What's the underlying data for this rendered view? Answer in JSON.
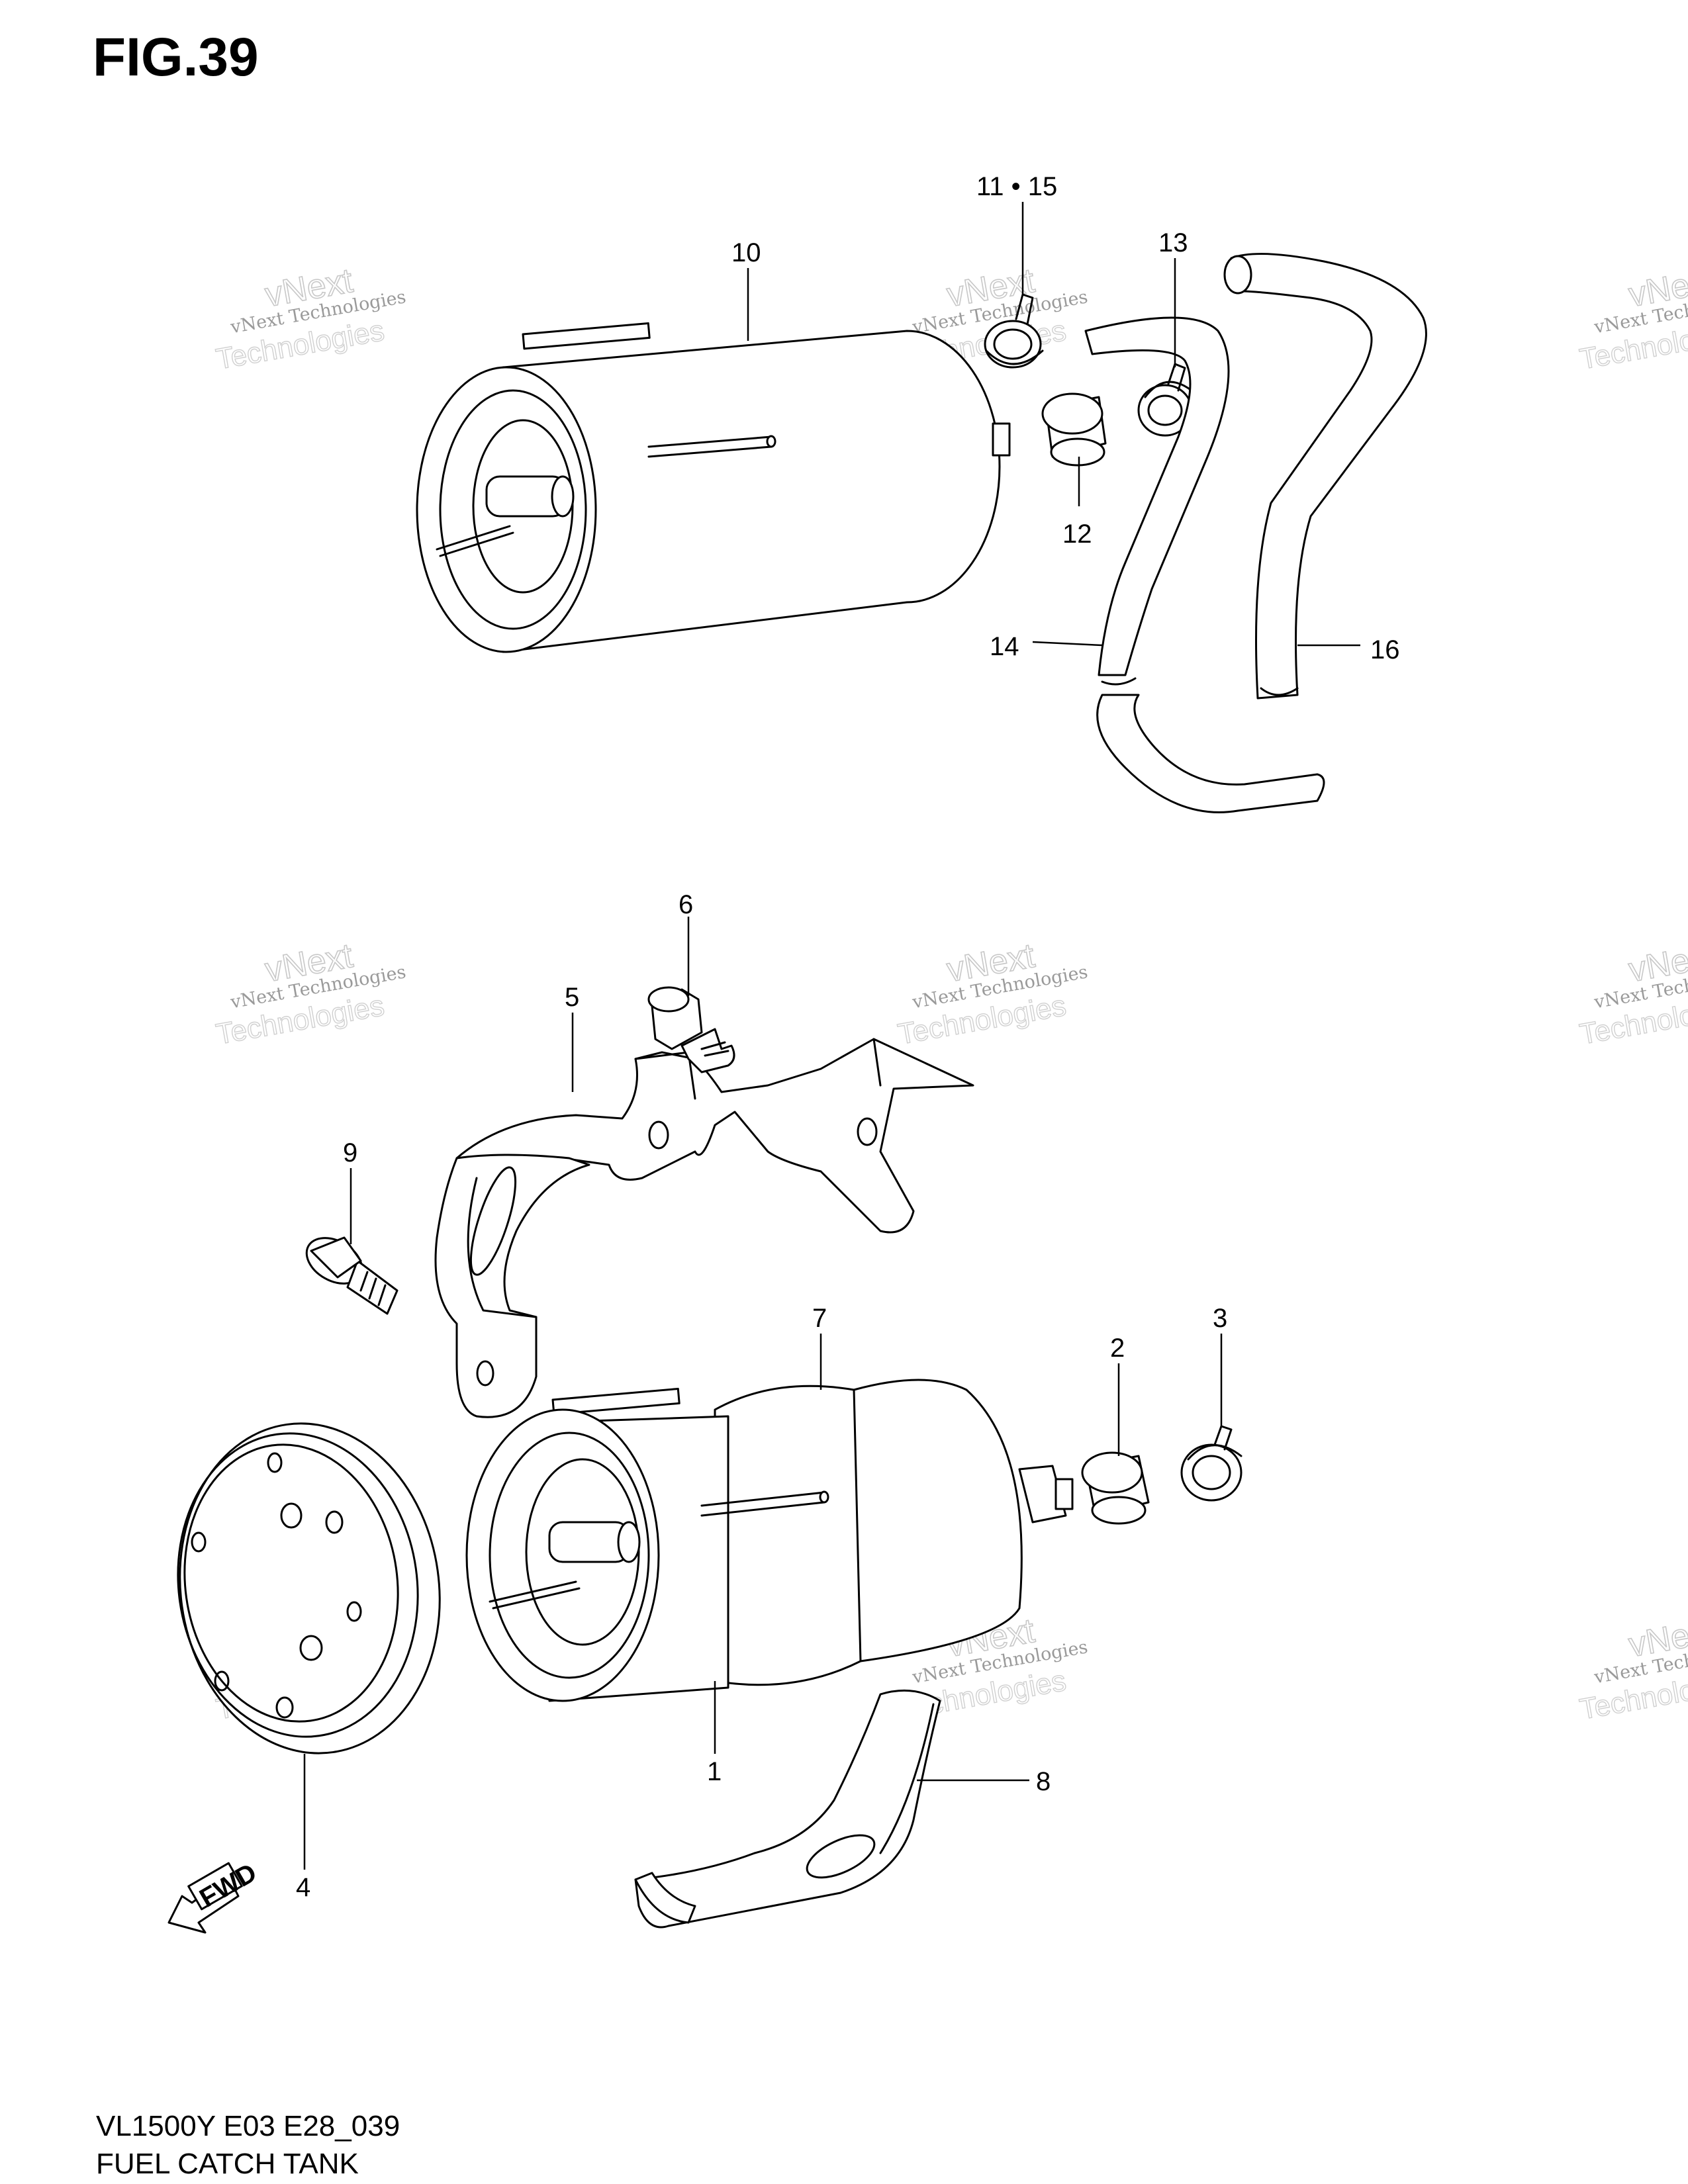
{
  "figure": {
    "title": "FIG.39",
    "code": "VL1500Y E03 E28_039",
    "name": "FUEL CATCH TANK"
  },
  "callouts": [
    {
      "id": "label-1",
      "text": "1"
    },
    {
      "id": "label-2",
      "text": "2"
    },
    {
      "id": "label-3",
      "text": "3"
    },
    {
      "id": "label-4",
      "text": "4"
    },
    {
      "id": "label-5",
      "text": "5"
    },
    {
      "id": "label-6",
      "text": "6"
    },
    {
      "id": "label-7",
      "text": "7"
    },
    {
      "id": "label-8",
      "text": "8"
    },
    {
      "id": "label-9",
      "text": "9"
    },
    {
      "id": "label-10",
      "text": "10"
    },
    {
      "id": "label-11-15",
      "text": "11 • 15"
    },
    {
      "id": "label-12",
      "text": "12"
    },
    {
      "id": "label-13",
      "text": "13"
    },
    {
      "id": "label-14",
      "text": "14"
    },
    {
      "id": "label-16",
      "text": "16"
    }
  ],
  "fwd_arrow": {
    "text": "FWD"
  },
  "watermark": {
    "line1": "vNext Technologies",
    "line2": "vNext",
    "line3": "Technologies"
  }
}
